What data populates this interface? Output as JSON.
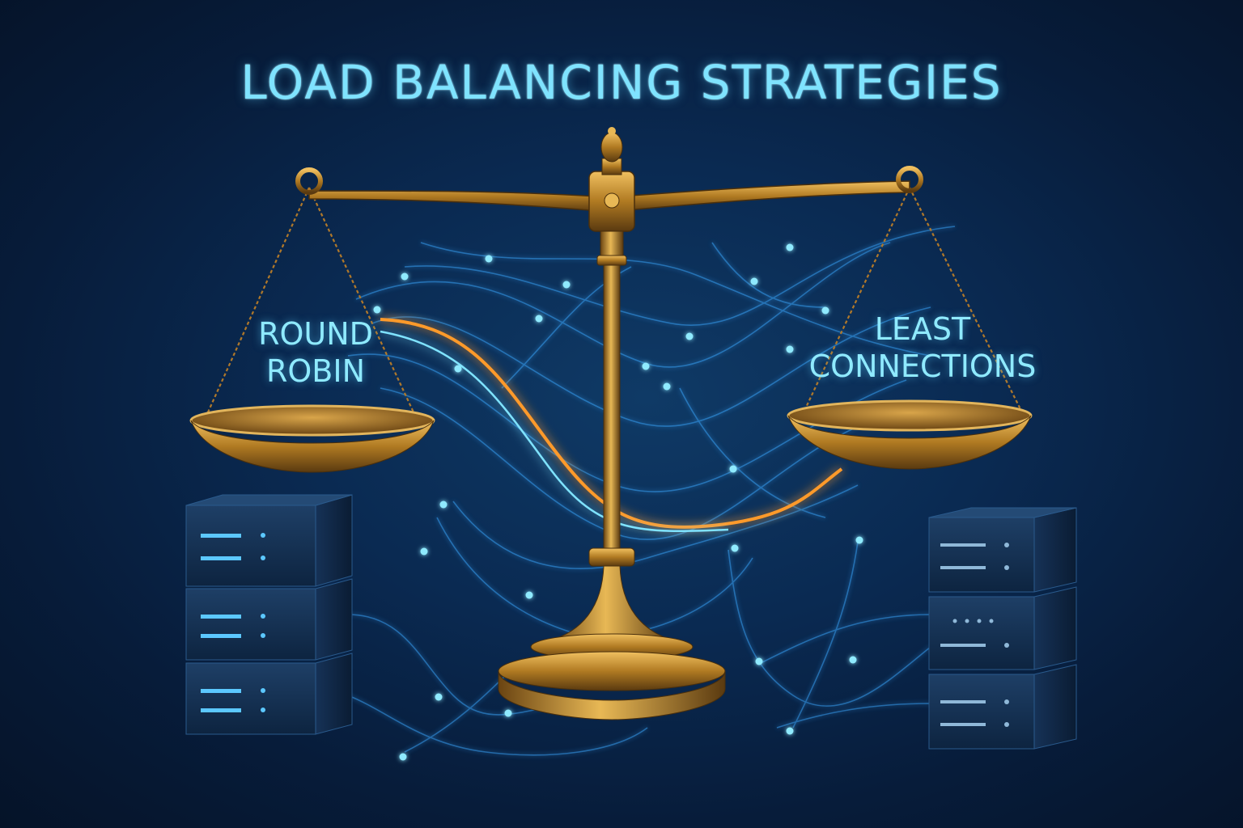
{
  "title": "LOAD BALANCING STRATEGIES",
  "left_pan_label": [
    "ROUND",
    "ROBIN"
  ],
  "right_pan_label": [
    "LEAST",
    "CONNECTIONS"
  ],
  "colors": {
    "background": "#0a2a52",
    "accent_cyan": "#7fe3ff",
    "brass": "#c08a2a",
    "glow_orange": "#ff9a2a",
    "network_blue": "#3aa8ff"
  },
  "icons": [
    "balance-scale-icon",
    "server-rack-icon",
    "network-node-icon"
  ]
}
